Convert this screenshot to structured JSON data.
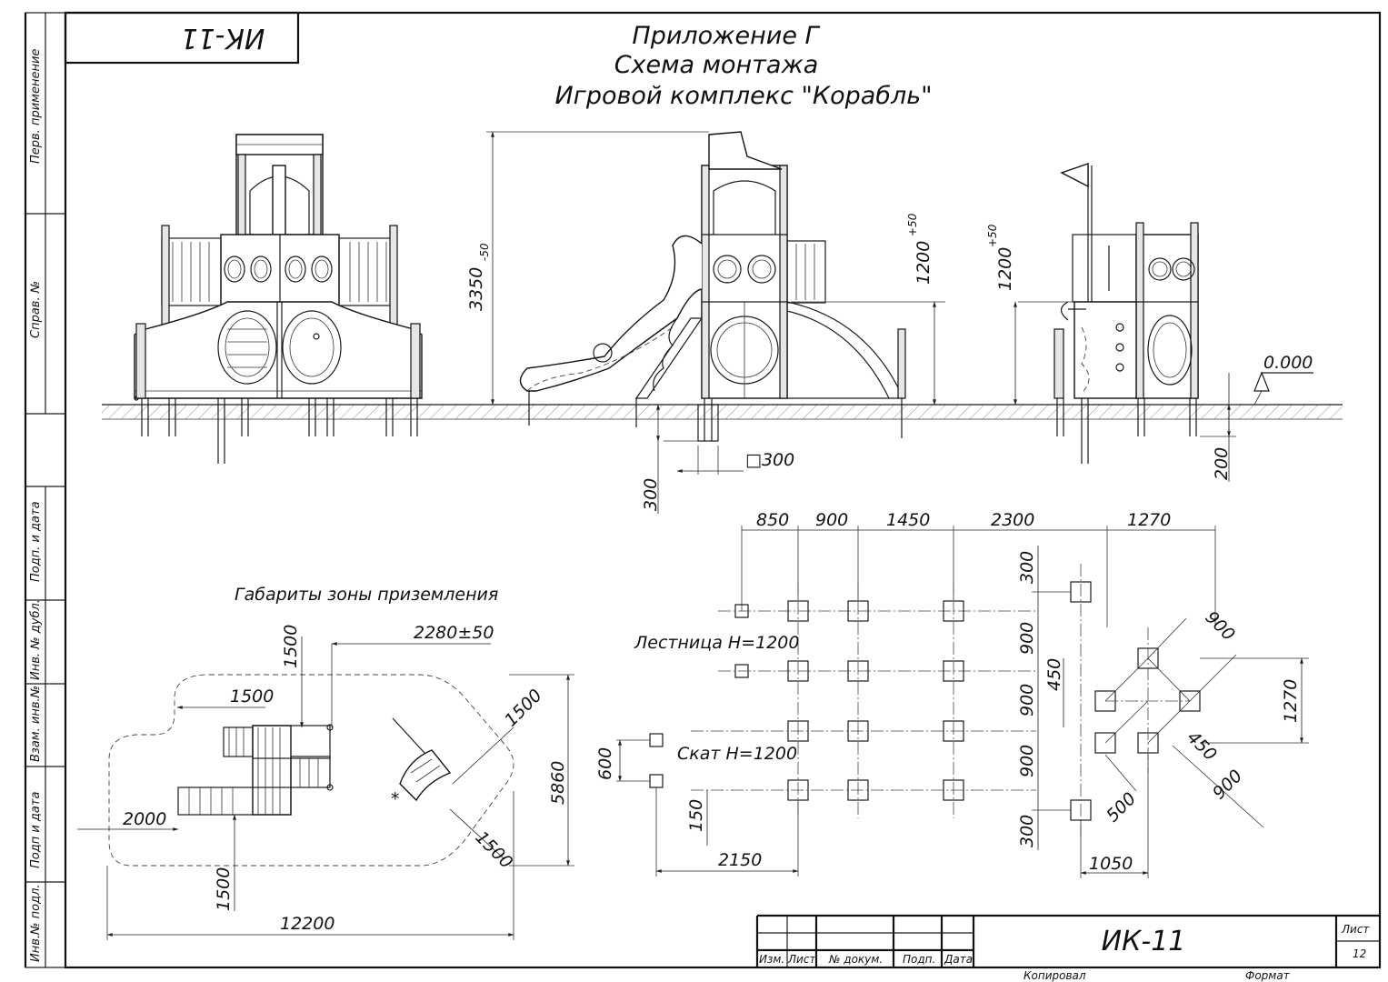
{
  "sheet_code_top": "ИК-11",
  "title": [
    "Приложение Г",
    "Схема монтажа",
    "Игровой комплекс \"Корабль\""
  ],
  "side_margin_labels": [
    "Перв. применение",
    "Справ. №",
    "Подп. и дата",
    "Инв. № дубл.",
    "Взам. инв.№",
    "Подп и дата",
    "Инв.№ подл."
  ],
  "elevation": {
    "height_total": "3350",
    "height_total_tol": "-50",
    "platform_height": "1200",
    "platform_height_tol": "+50",
    "platform_height_right": "1200",
    "platform_height_right_tol": "+50",
    "level_mark": "0.000",
    "footing_depth": "300",
    "footing_section": "□300",
    "post_embed": "200"
  },
  "landing_zone": {
    "title": "Габариты зоны приземления",
    "dim_1500_top": "1500",
    "dim_2280": "2280±50",
    "dim_1500_left": "1500",
    "dim_1500_diag_top": "1500",
    "dim_5860": "5860",
    "dim_2000": "2000",
    "dim_1500_diag_bottom": "1500",
    "dim_1500_bottom": "1500",
    "dim_12200": "12200"
  },
  "foundation_plan": {
    "top_dims": [
      "850",
      "900",
      "1450",
      "2300",
      "1270"
    ],
    "right_dims": [
      "300",
      "900",
      "900",
      "900",
      "300"
    ],
    "dim_450_vert": "450",
    "dim_900_diag_top": "900",
    "dim_1270_right": "1270",
    "dim_450_diag": "450",
    "dim_900_diag_bottom": "900",
    "dim_500": "500",
    "dim_1050": "1050",
    "ladder_label": "Лестница H=1200",
    "slide_label": "Скат H=1200",
    "dim_600": "600",
    "dim_150": "150",
    "dim_2150": "2150"
  },
  "stamp": {
    "cols": [
      "Изм.",
      "Лист",
      "№ докум.",
      "Подп.",
      "Дата"
    ],
    "code": "ИК-11",
    "sheet_label": "Лист",
    "sheet_number": "12",
    "copied": "Копировал",
    "format": "Формат"
  }
}
